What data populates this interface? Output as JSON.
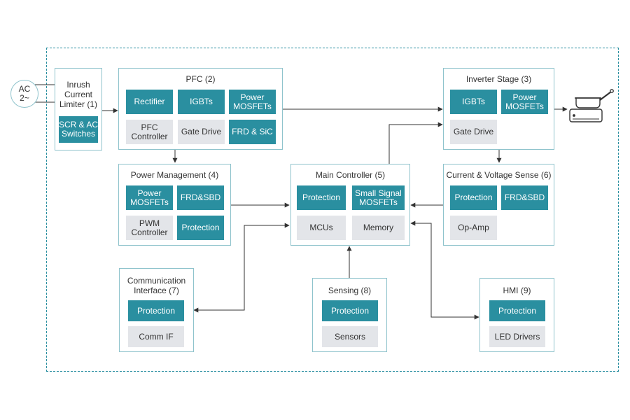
{
  "ac_source": "AC\n2~",
  "blocks": {
    "inrush": {
      "title": "Inrush\nCurrent\nLimiter (1)",
      "cells": [
        "SCR & AC\nSwitches"
      ]
    },
    "pfc": {
      "title": "PFC (2)",
      "cells": [
        "Rectifier",
        "IGBTs",
        "Power\nMOSFETs",
        "PFC\nController",
        "Gate Drive",
        "FRD & SiC"
      ]
    },
    "inverter": {
      "title": "Inverter Stage (3)",
      "cells": [
        "IGBTs",
        "Power\nMOSFETs",
        "Gate Drive"
      ]
    },
    "power_mgmt": {
      "title": "Power Management (4)",
      "cells": [
        "Power\nMOSFETs",
        "FRD&SBD",
        "PWM\nController",
        "Protection"
      ]
    },
    "main_ctrl": {
      "title": "Main Controller (5)",
      "cells": [
        "Protection",
        "Small Signal\nMOSFETs",
        "MCUs",
        "Memory"
      ]
    },
    "sense_cv": {
      "title": "Current & Voltage Sense (6)",
      "cells": [
        "Protection",
        "FRD&SBD",
        "Op-Amp"
      ]
    },
    "comm": {
      "title": "Communication\nInterface (7)",
      "cells": [
        "Protection",
        "Comm IF"
      ]
    },
    "sensing": {
      "title": "Sensing (8)",
      "cells": [
        "Protection",
        "Sensors"
      ]
    },
    "hmi": {
      "title": "HMI (9)",
      "cells": [
        "Protection",
        "LED Drivers"
      ]
    }
  },
  "icons": {
    "load": "induction-cooktop-icon"
  },
  "colors": {
    "accent": "#2a8fa0",
    "border": "#8fc3cc",
    "grey": "#e3e5e9",
    "line": "#333333"
  }
}
